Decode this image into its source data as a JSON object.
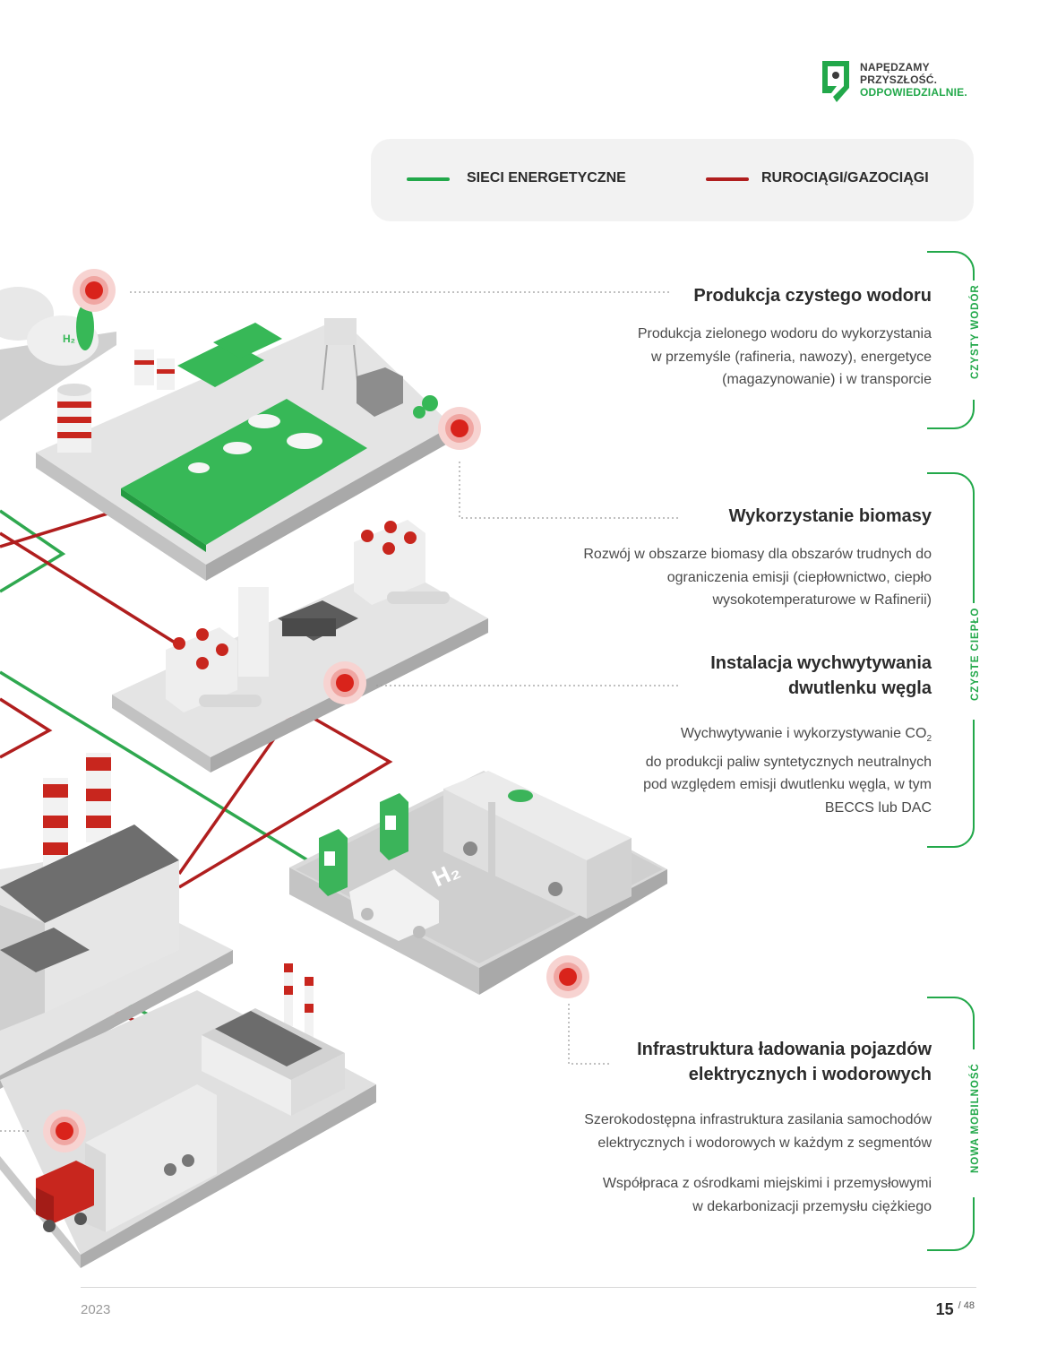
{
  "logo": {
    "line1": "NAPĘDZAMY",
    "line2": "PRZYSZŁOŚĆ.",
    "line3": "ODPOWIEDZIALNIE."
  },
  "legend": {
    "items": [
      {
        "label": "SIECI ENERGETYCZNE",
        "color": "#22a84a"
      },
      {
        "label": "RUROCIĄGI/GAZOCIĄGI",
        "color": "#b01e1e"
      }
    ]
  },
  "illustration": {
    "h2_label": "H₂",
    "colors": {
      "green": "#33b552",
      "red": "#c8261e",
      "grey": "#d4d4d4"
    }
  },
  "sections": [
    {
      "title_lines": [
        "Produkcja czystego wodoru"
      ],
      "body": [
        "Produkcja zielonego wodoru do wykorzystania",
        "w przemyśle (rafineria, nawozy), energetyce",
        "(magazynowanie) i w transporcie"
      ]
    },
    {
      "title_lines": [
        "Wykorzystanie biomasy"
      ],
      "body": [
        "Rozwój w obszarze biomasy dla obszarów trudnych do",
        "ograniczenia emisji (ciepłownictwo, ciepło",
        "wysokotemperaturowe w Rafinerii)"
      ]
    },
    {
      "title_lines": [
        "Instalacja wychwytywania",
        "dwutlenku węgla"
      ],
      "body_pre": "Wychwytywanie i wykorzystywanie CO",
      "body_sub": "2",
      "body": [
        "do produkcji paliw syntetycznych neutralnych",
        "pod względem emisji dwutlenku węgla, w tym",
        "BECCS lub DAC"
      ]
    },
    {
      "title_lines": [
        "Infrastruktura ładowania pojazdów",
        "elektrycznych i wodorowych"
      ],
      "body": [
        "Szerokodostępna infrastruktura zasilania samochodów",
        "elektrycznych i wodorowych w każdym z segmentów"
      ],
      "body2": [
        "Współpraca z ośrodkami miejskimi i przemysłowymi",
        "w dekarbonizacji przemysłu ciężkiego"
      ]
    }
  ],
  "side_labels": [
    "CZYSTY WODÓR",
    "CZYSTE CIEPŁO",
    "NOWA MOBILNOŚĆ"
  ],
  "footer": {
    "year": "2023",
    "page": "15",
    "total": "/ 48"
  }
}
